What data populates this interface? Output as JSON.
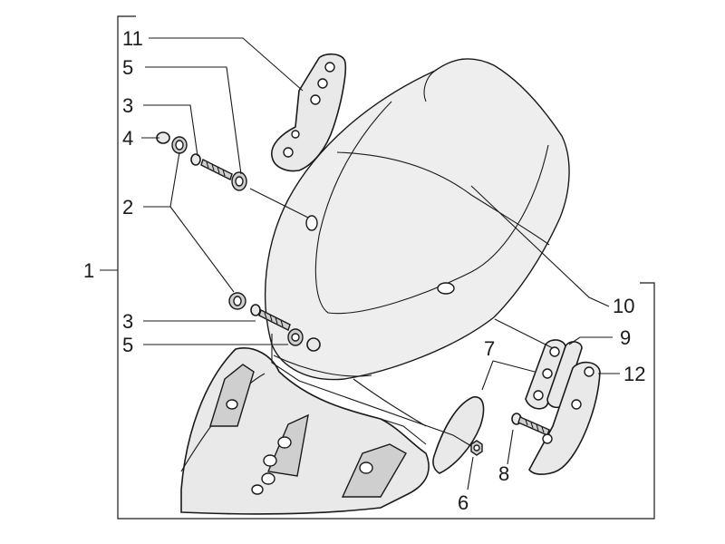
{
  "diagram": {
    "callouts": [
      {
        "id": "c1",
        "text": "1"
      },
      {
        "id": "c2",
        "text": "2"
      },
      {
        "id": "c3a",
        "text": "3"
      },
      {
        "id": "c3b",
        "text": "3"
      },
      {
        "id": "c4",
        "text": "4"
      },
      {
        "id": "c5a",
        "text": "5"
      },
      {
        "id": "c5b",
        "text": "5"
      },
      {
        "id": "c6",
        "text": "6"
      },
      {
        "id": "c7",
        "text": "7"
      },
      {
        "id": "c8",
        "text": "8"
      },
      {
        "id": "c9",
        "text": "9"
      },
      {
        "id": "c10",
        "text": "10"
      },
      {
        "id": "c11",
        "text": "11"
      },
      {
        "id": "c12",
        "text": "12"
      }
    ]
  }
}
